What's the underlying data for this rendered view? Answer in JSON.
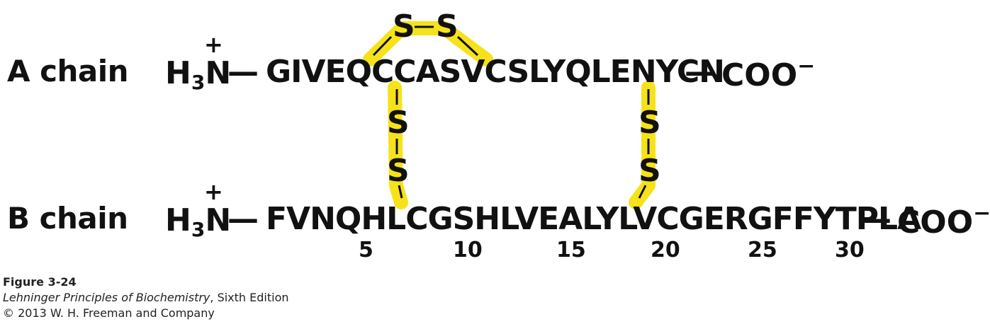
{
  "chains": {
    "a": {
      "label": "A chain",
      "n_terminus": "H",
      "n_sub": "3",
      "n_atom": "N",
      "charge_plus": "+",
      "sequence": "GIVEQCCASVCSLYQLENYCN",
      "c_terminus": "COO",
      "charge_minus": "−"
    },
    "b": {
      "label": "B chain",
      "n_terminus": "H",
      "n_sub": "3",
      "n_atom": "N",
      "charge_plus": "+",
      "sequence": "FVNQHLCGSHLVEALYLVCGERGFFYTPLA",
      "c_terminus": "COO",
      "charge_minus": "−"
    }
  },
  "disulfides": {
    "atom": "S",
    "bond": "—"
  },
  "positions": [
    "5",
    "10",
    "15",
    "20",
    "25",
    "30"
  ],
  "caption": {
    "figure": "Figure 3-24",
    "book": "Lehninger Principles of Biochemistry",
    "edition": ", Sixth Edition",
    "copyright": "© 2013 W. H. Freeman and Company"
  },
  "colors": {
    "highlight": "#f6e21a",
    "text": "#111111"
  }
}
